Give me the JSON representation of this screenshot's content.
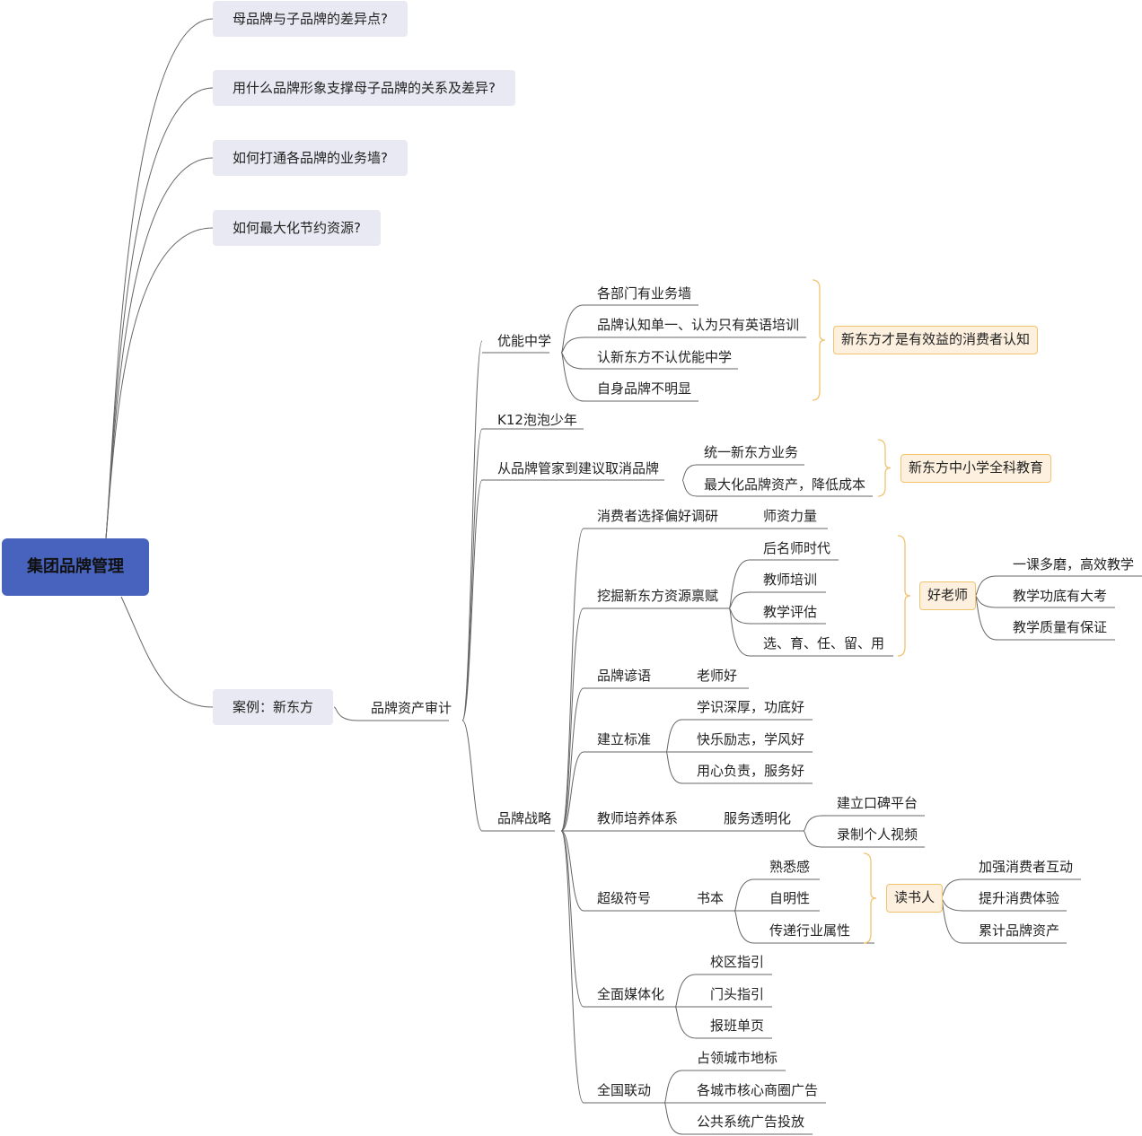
{
  "root": {
    "label": "集团品牌管理"
  },
  "questions": [
    "母品牌与子品牌的差异点?",
    "用什么品牌形象支撑母子品牌的关系及差异?",
    "如何打通各品牌的业务墙?",
    "如何最大化节约资源?"
  ],
  "case": {
    "label": "案例：新东方",
    "audit": "品牌资产审计"
  },
  "youneng": {
    "label": "优能中学",
    "items": [
      "各部门有业务墙",
      "品牌认知单一、认为只有英语培训",
      "认新东方不认优能中学",
      "自身品牌不明显"
    ],
    "summary": "新东方才是有效益的消费者认知"
  },
  "k12": {
    "label": "K12泡泡少年"
  },
  "cancel": {
    "label": "从品牌管家到建议取消品牌",
    "items": [
      "统一新东方业务",
      "最大化品牌资产，降低成本"
    ],
    "summary": "新东方中小学全科教育"
  },
  "strategy": {
    "label": "品牌战略",
    "survey": {
      "label": "消费者选择偏好调研",
      "child": "师资力量"
    },
    "mine": {
      "label": "挖掘新东方资源禀赋",
      "items": [
        "后名师时代",
        "教师培训",
        "教学评估",
        "选、育、任、留、用"
      ],
      "summary": "好老师",
      "summary_items": [
        "一课多磨，高效教学",
        "教学功底有大考",
        "教学质量有保证"
      ]
    },
    "slogan": {
      "label": "品牌谚语",
      "child": "老师好"
    },
    "standard": {
      "label": "建立标准",
      "items": [
        "学识深厚，功底好",
        "快乐励志，学风好",
        "用心负责，服务好"
      ]
    },
    "training": {
      "label": "教师培养体系",
      "child": "服务透明化",
      "items": [
        "建立口碑平台",
        "录制个人视频"
      ]
    },
    "symbol": {
      "label": "超级符号",
      "child": "书本",
      "items": [
        "熟悉感",
        "自明性",
        "传递行业属性"
      ],
      "summary": "读书人",
      "summary_items": [
        "加强消费者互动",
        "提升消费体验",
        "累计品牌资产"
      ]
    },
    "media": {
      "label": "全面媒体化",
      "items": [
        "校区指引",
        "门头指引",
        "报班单页"
      ]
    },
    "national": {
      "label": "全国联动",
      "items": [
        "占领城市地标",
        "各城市核心商圈广告",
        "公共系统广告投放"
      ]
    }
  },
  "colors": {
    "root": "#4863bd",
    "question_bg": "#e9e9f3",
    "summary_bg": "#fdf0df",
    "summary_border": "#f1c36d",
    "line": "#666666",
    "bracket": "#f1c36d"
  }
}
